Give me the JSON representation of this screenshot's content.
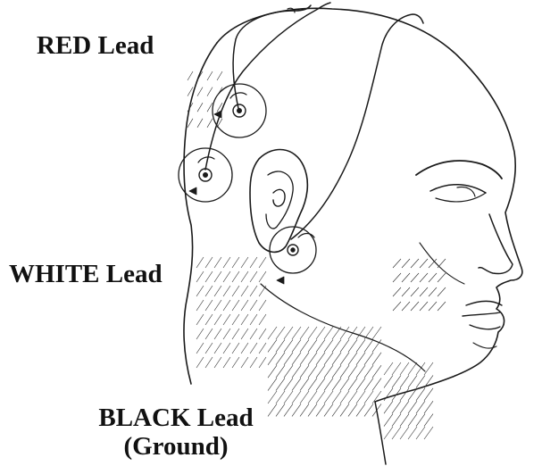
{
  "labels": {
    "red_lead": "RED Lead",
    "white_lead": "WHITE Lead",
    "black_lead": "BLACK Lead",
    "black_lead_note": "(Ground)"
  },
  "colors": {
    "ink": "#111111",
    "background": "#ffffff"
  },
  "electrodes": [
    {
      "name": "red-lead-electrode"
    },
    {
      "name": "white-lead-electrode"
    },
    {
      "name": "black-lead-electrode"
    }
  ]
}
